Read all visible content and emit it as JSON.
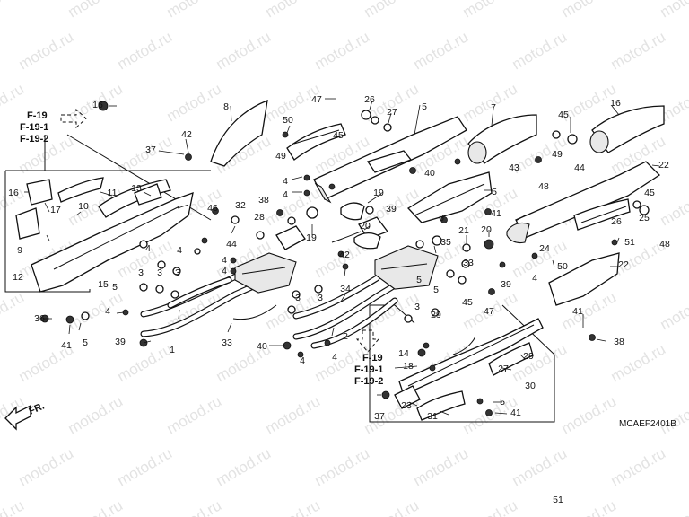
{
  "watermark": "motod.ru",
  "diagram_code": "MCAEF2401B",
  "front_label": "FR.",
  "ref_groups": [
    [
      "F-19",
      "F-19-1",
      "F-19-2"
    ],
    [
      "F-19",
      "F-19-1",
      "F-19-2"
    ]
  ],
  "labels": [
    "1",
    "2",
    "3",
    "3",
    "3",
    "3",
    "3",
    "3",
    "4",
    "4",
    "4",
    "4",
    "4",
    "4",
    "4",
    "4",
    "4",
    "4",
    "5",
    "5",
    "5",
    "5",
    "5",
    "5",
    "5",
    "6",
    "7",
    "8",
    "9",
    "10",
    "11",
    "12",
    "13",
    "14",
    "15",
    "16",
    "16",
    "16",
    "17",
    "18",
    "19",
    "19",
    "20",
    "20",
    "21",
    "22",
    "22",
    "23",
    "24",
    "25",
    "26",
    "26",
    "27",
    "27",
    "28",
    "29",
    "29",
    "30",
    "31",
    "32",
    "33",
    "33",
    "34",
    "35",
    "36",
    "37",
    "37",
    "38",
    "38",
    "39",
    "39",
    "39",
    "40",
    "40",
    "41",
    "41",
    "41",
    "41",
    "42",
    "42",
    "43",
    "44",
    "44",
    "45",
    "45",
    "45",
    "45",
    "46",
    "47",
    "47",
    "48",
    "48",
    "49",
    "49",
    "50",
    "50",
    "51",
    "51"
  ]
}
